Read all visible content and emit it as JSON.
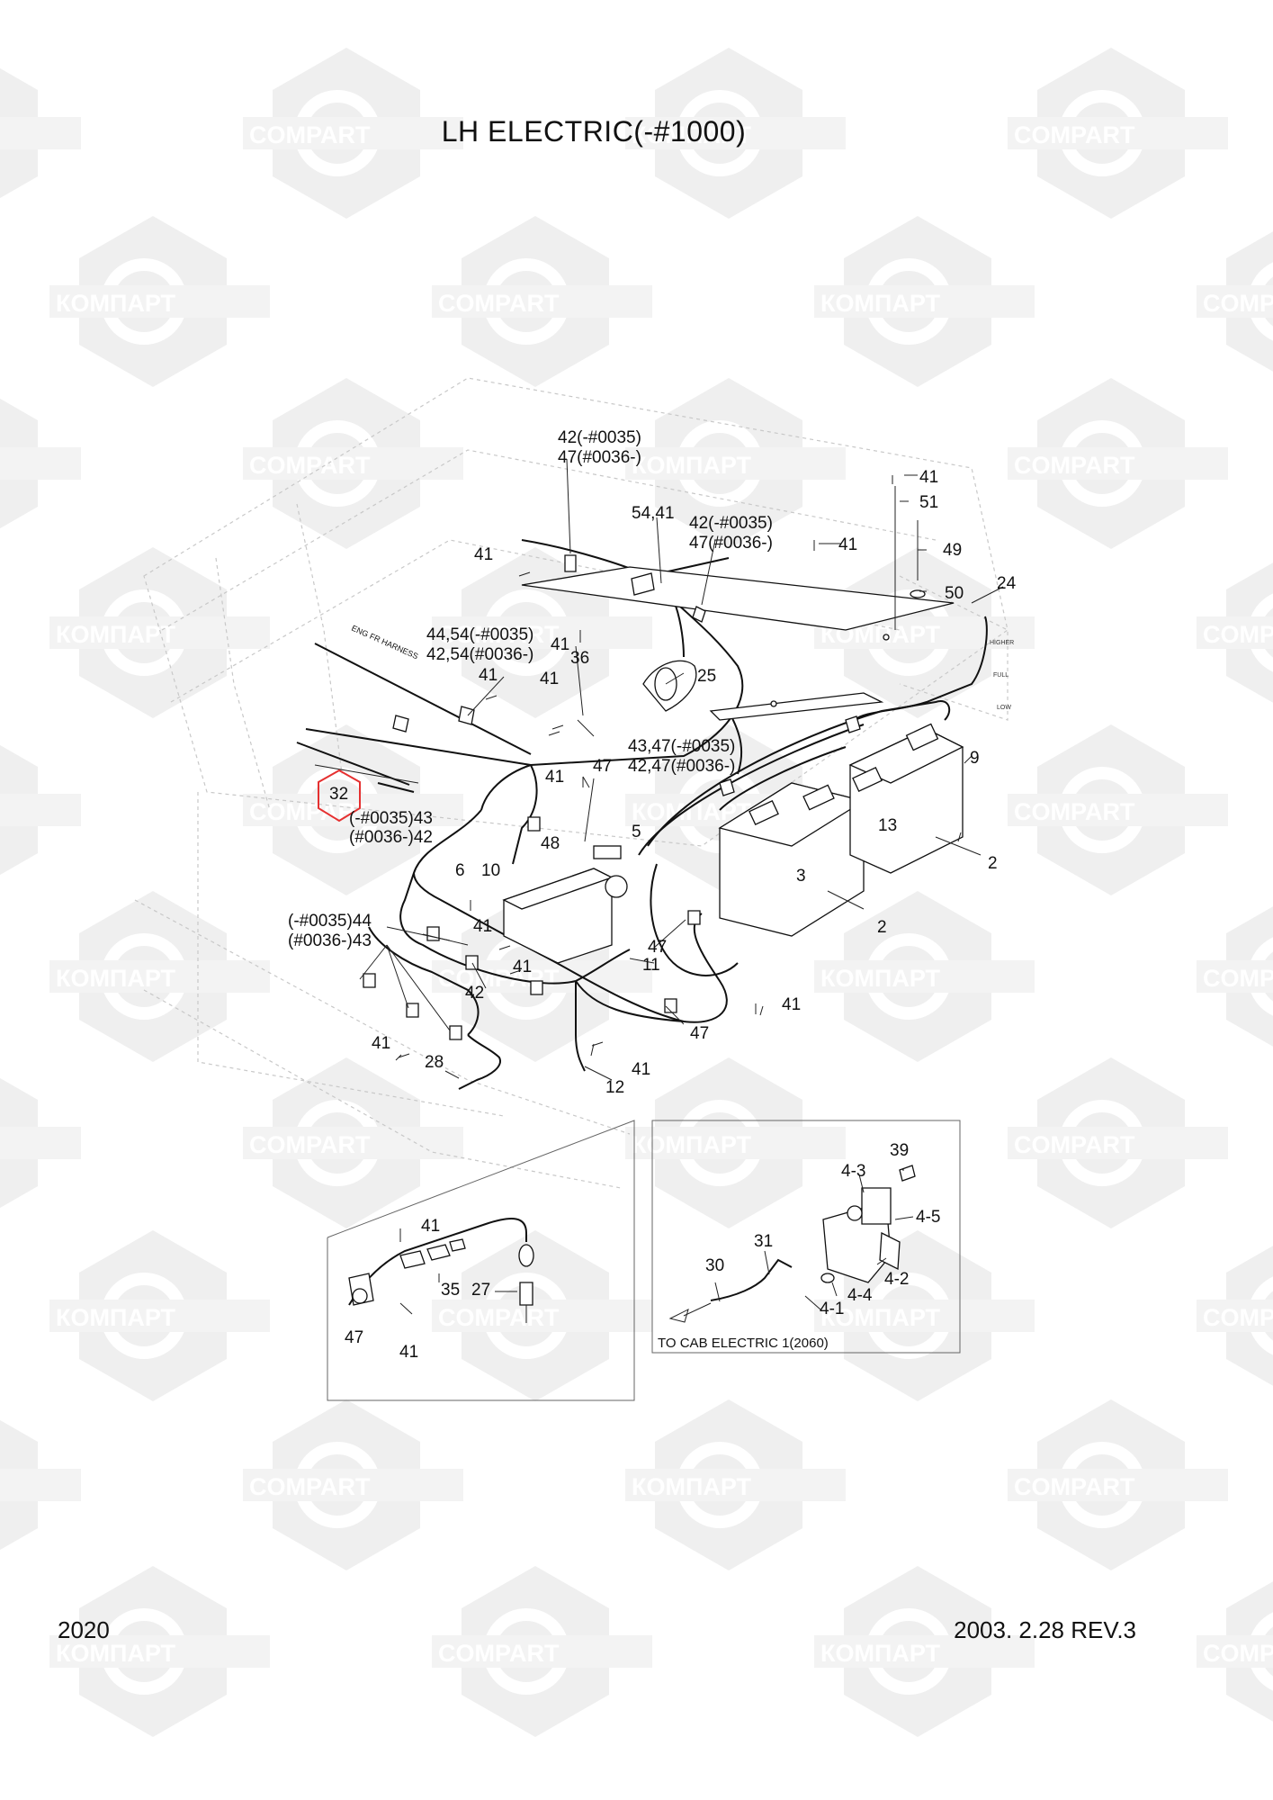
{
  "title": "LH ELECTRIC(-#1000)",
  "page_number": "2020",
  "revision": "2003. 2.28  REV.3",
  "watermark": {
    "latin": "COMPART",
    "cyrillic": "КОМПАРТ"
  },
  "highlight_color": "#e53030",
  "harness_label": "ENG FR HARNESS",
  "tank_gauge": [
    "HIGHER",
    "FULL",
    "LOW"
  ],
  "labels": {
    "l42_47_top_a": "42(-#0035)",
    "l42_47_top_b": "47(#0036-)",
    "l54_41": "54,41",
    "l42_47_mid_a": "42(-#0035)",
    "l42_47_mid_b": "47(#0036-)",
    "l41_a": "41",
    "l41_b": "41",
    "l41_c": "41",
    "l41_d": "41",
    "l41_e": "41",
    "l41_f": "41",
    "l41_g": "41",
    "l41_h": "41",
    "l41_i": "41",
    "l41_j": "41",
    "l41_k": "41",
    "l41_l": "41",
    "l41_m": "41",
    "l51": "51",
    "l49": "49",
    "l50": "50",
    "l24": "24",
    "l44_54_a": "44,54(-#0035)",
    "l42_54_b": "42,54(#0036-)",
    "l36": "36",
    "l25": "25",
    "l43_47_a": "43,47(-#0035)",
    "l42_47_b": "42,47(#0036-)",
    "l47_a": "47",
    "l9": "9",
    "l32": "32",
    "l43_c": "(-#0035)43",
    "l42_c": "(#0036-)42",
    "l48": "48",
    "l5": "5",
    "l13": "13",
    "l6": "6",
    "l10": "10",
    "l3": "3",
    "l2_a": "2",
    "l2_b": "2",
    "l44_d": "(-#0035)44",
    "l43_d": "(#0036-)43",
    "l47_b": "47",
    "l11": "11",
    "l42_e": "42",
    "l47_c": "47",
    "l28": "28",
    "l12": "12",
    "l39": "39",
    "l4_3": "4-3",
    "l4_5": "4-5",
    "l4_2": "4-2",
    "l4_4": "4-4",
    "l4_1": "4-1",
    "l31": "31",
    "l30": "30",
    "l35": "35",
    "l27": "27",
    "l47_d": "47",
    "cab_note": "TO CAB ELECTRIC 1(2060)"
  }
}
